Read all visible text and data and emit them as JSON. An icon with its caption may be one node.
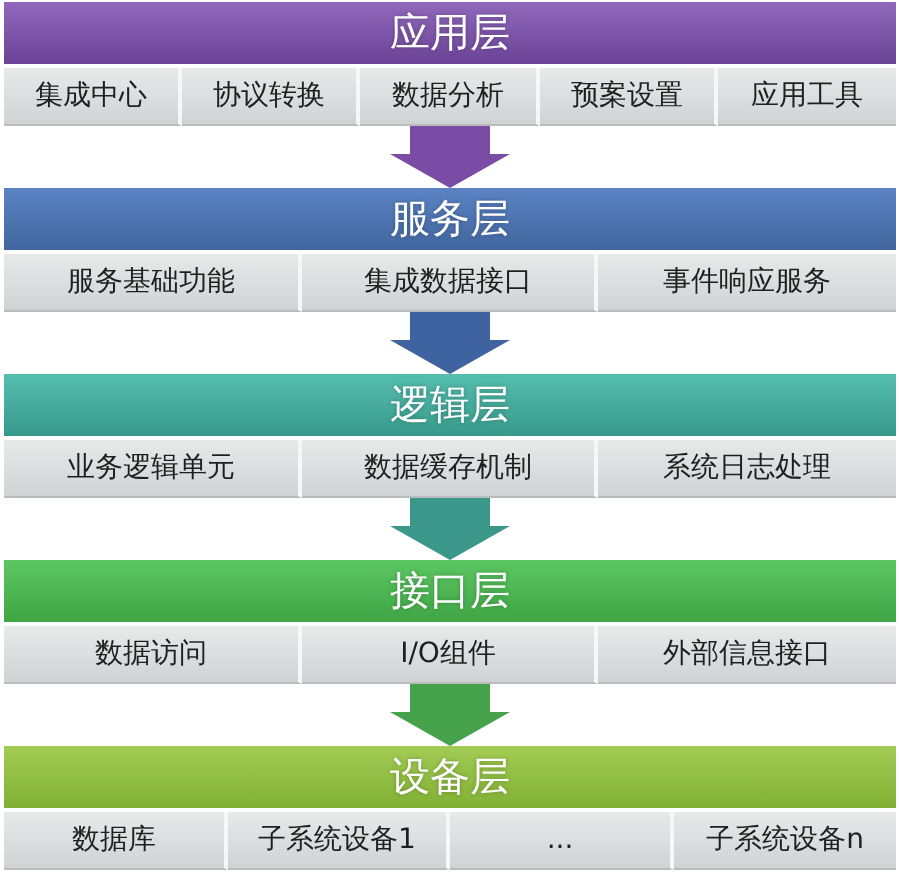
{
  "diagram": {
    "nodes": [
      {
        "text": [
          "应用层"
        ]
      },
      {
        "text": [
          "集成中心"
        ],
        "in": 0
      },
      {
        "text": [
          "协议转换"
        ],
        "in": 0
      },
      {
        "text": [
          "数据分析"
        ],
        "in": 0
      },
      {
        "text": [
          "预案设置"
        ],
        "in": 0
      },
      {
        "text": [
          "应用工具"
        ],
        "in": 0
      },
      {
        "text": [
          "服务层"
        ]
      },
      {
        "text": [
          "服务基础功能"
        ],
        "in": 6
      },
      {
        "text": [
          "集成数据接口"
        ],
        "in": 6
      },
      {
        "text": [
          "事件响应服务"
        ],
        "in": 6
      },
      {
        "text": [
          "逻辑层"
        ]
      },
      {
        "text": [
          "业务逻辑单元"
        ],
        "in": 10
      },
      {
        "text": [
          "数据缓存机制"
        ],
        "in": 10
      },
      {
        "text": [
          "系统日志处理"
        ],
        "in": 10
      },
      {
        "text": [
          "接口层"
        ]
      },
      {
        "text": [
          "数据访问"
        ],
        "in": 14
      },
      {
        "text": [
          "I/O组件"
        ],
        "in": 14
      },
      {
        "text": [
          "外部信息接口"
        ],
        "in": 14
      },
      {
        "text": [
          "设备层"
        ]
      },
      {
        "text": [
          "数据库"
        ],
        "in": 18
      },
      {
        "text": [
          "子系统设备1"
        ],
        "in": 18
      },
      {
        "text": [
          "..."
        ],
        "in": 18
      },
      {
        "text": [
          "子系统设备n"
        ],
        "in": 18
      }
    ],
    "edges": [
      {
        "from": 0,
        "to": 6,
        "arrow": "to",
        "color": "#7a4ca6"
      },
      {
        "from": 6,
        "to": 10,
        "arrow": "to",
        "color": "#3f62a0"
      },
      {
        "from": 10,
        "to": 14,
        "arrow": "to",
        "color": "#3a978a"
      },
      {
        "from": 14,
        "to": 18,
        "arrow": "to",
        "color": "#46a34b"
      }
    ]
  }
}
